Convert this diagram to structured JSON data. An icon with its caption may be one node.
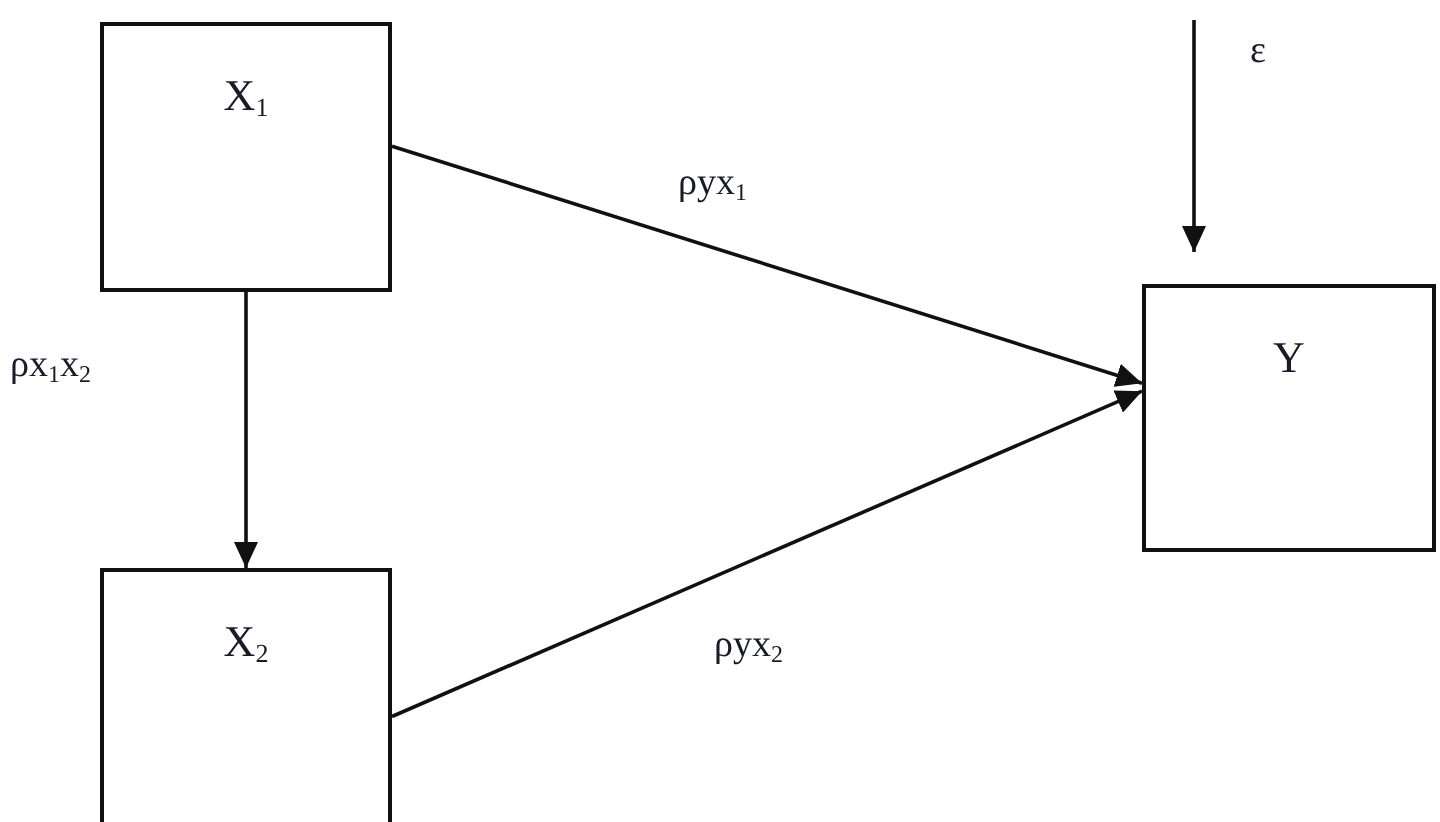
{
  "diagram": {
    "nodes": [
      {
        "text": [
          "X$_{1}$"
        ]
      },
      {
        "text": [
          "X$_{2}$"
        ]
      },
      {
        "text": [
          "Y"
        ]
      }
    ],
    "edges": [
      {
        "from": 0,
        "to": 2,
        "arrow": "to",
        "label": "ρyx$_{1}$"
      },
      {
        "from": 0,
        "to": 1,
        "arrow": "to",
        "label": "ρx$_{1}$x$_{2}$"
      },
      {
        "from": 1,
        "to": 2,
        "arrow": "to",
        "label": "ρyx$_{2}$"
      },
      {
        "from": null,
        "to": 2,
        "arrow": "to",
        "label": "ε"
      }
    ]
  }
}
